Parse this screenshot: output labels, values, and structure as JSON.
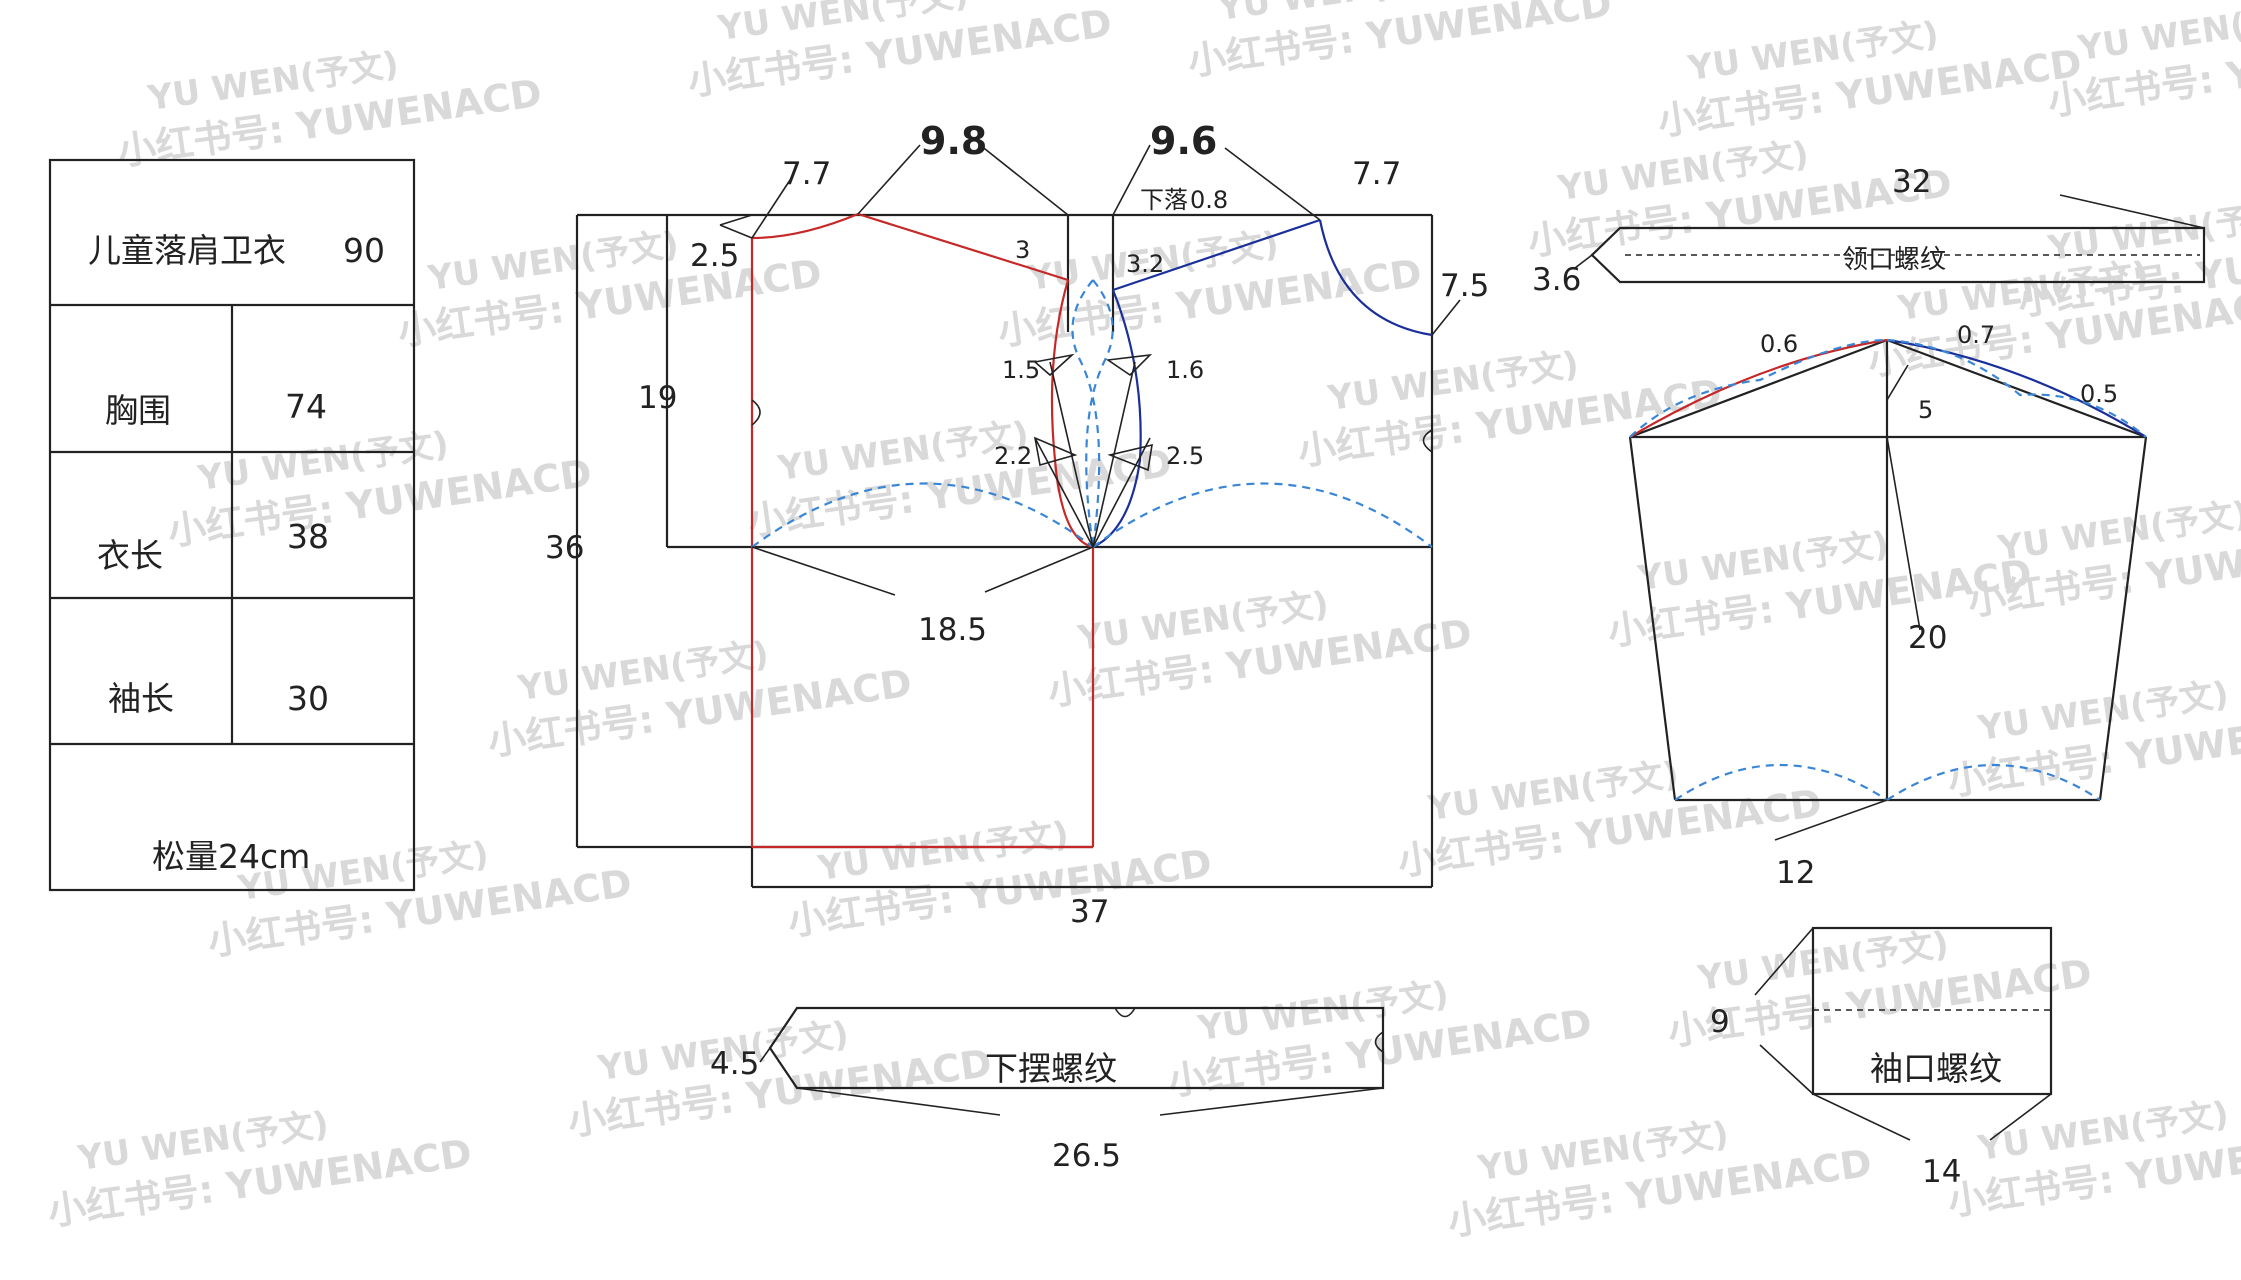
{
  "spec_table": {
    "title": "儿童落肩卫衣",
    "size": "90",
    "rows": [
      {
        "label": "胸围",
        "value": "74"
      },
      {
        "label": "衣长",
        "value": "38"
      },
      {
        "label": "袖长",
        "value": "30"
      }
    ],
    "ease": "松量24cm"
  },
  "body_piece": {
    "neck_front": "9.8",
    "neck_back": "9.6",
    "shoulder_left": "7.7",
    "shoulder_right": "7.7",
    "slope_left": "2.5",
    "slope_right": "7.5",
    "drop_label": "下落",
    "drop_value": "0.8",
    "neck_depth_front": "3",
    "neck_depth_back": "3.2",
    "dart_1": "1.5",
    "dart_2": "1.6",
    "dart_3": "2.2",
    "dart_4": "2.5",
    "armhole_depth": "19",
    "length": "36",
    "half_chest": "18.5",
    "width": "37"
  },
  "collar_rib": {
    "label": "领口螺纹",
    "length": "32",
    "width": "3.6"
  },
  "sleeve": {
    "cap_1": "0.6",
    "cap_2": "0.7",
    "cap_3": "0.5",
    "cap_height": "5",
    "length": "20",
    "cuff_width": "12"
  },
  "hem_rib": {
    "label": "下摆螺纹",
    "length": "26.5",
    "width": "4.5"
  },
  "cuff_rib": {
    "label": "袖口螺纹",
    "length": "14",
    "width": "9"
  },
  "watermark": {
    "brand": "YU WEN(予文)",
    "account": "小红书号: YUWENACD"
  }
}
